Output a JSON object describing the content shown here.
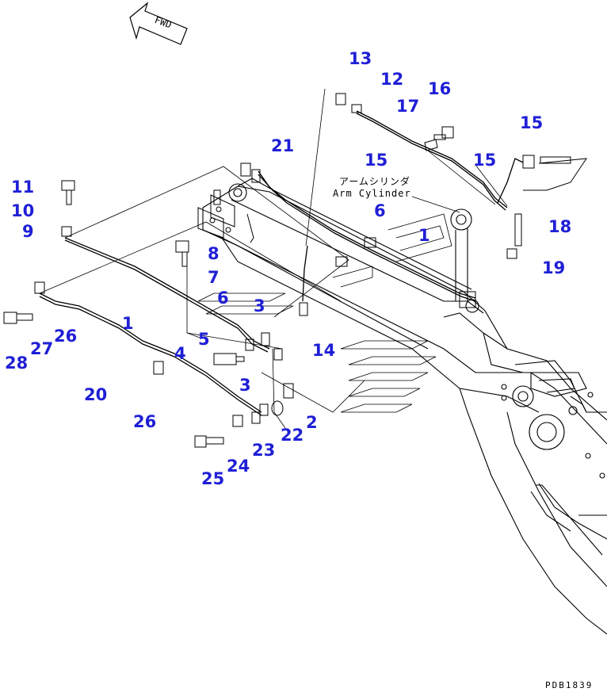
{
  "direction_sign": {
    "text": "FWD"
  },
  "reference_code": "PDB1839",
  "arm_cylinder_label": {
    "japanese": "アームシリンダ",
    "english": "Arm Cylinder"
  },
  "callouts": [
    "13",
    "12",
    "16",
    "17",
    "15",
    "21",
    "15",
    "15",
    "11",
    "10",
    "9",
    "6",
    "1",
    "18",
    "8",
    "7",
    "19",
    "6",
    "1",
    "3",
    "26",
    "27",
    "28",
    "5",
    "4",
    "14",
    "3",
    "20",
    "26",
    "22",
    "2",
    "23",
    "24",
    "25"
  ],
  "colors": {
    "callout": "#1f1fd6",
    "line": "#000000",
    "background": "#ffffff"
  }
}
